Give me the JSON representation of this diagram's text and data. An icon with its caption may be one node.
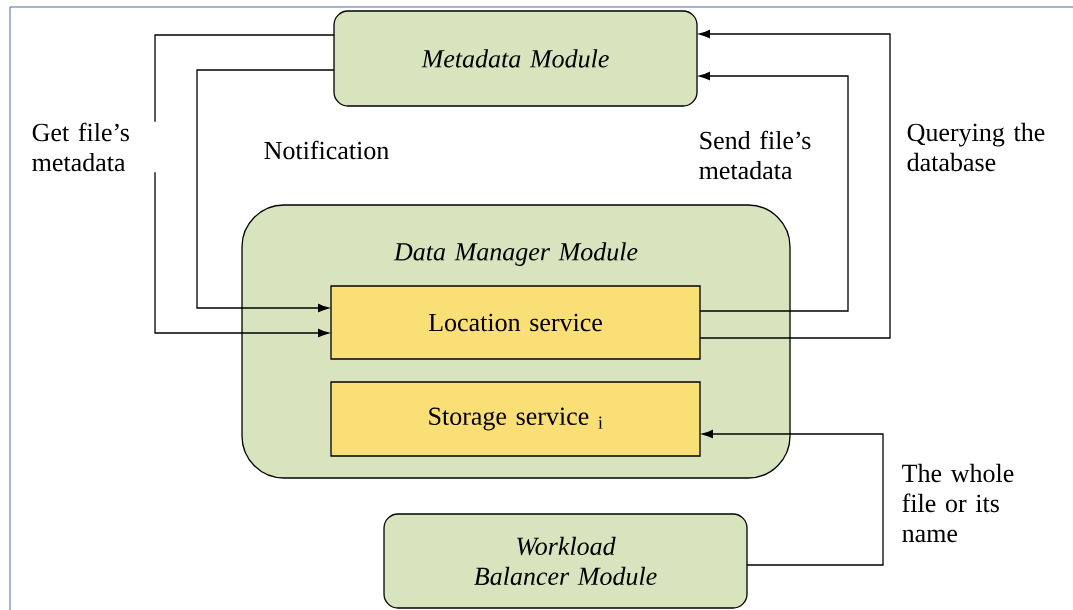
{
  "diagram": {
    "nodes": [
      {
        "text": [
          "Metadata Module"
        ]
      },
      {
        "text": [
          "Data Manager Module"
        ]
      },
      {
        "text": [
          "Location service"
        ],
        "in": 1
      },
      {
        "text": [
          "Storage service $_{i}$"
        ],
        "in": 1
      },
      {
        "text": [
          "Workload Balancer Module"
        ]
      }
    ],
    "edges": [
      {
        "from": 0,
        "to": 2,
        "arrow": "to",
        "label": "Get file’s metadata"
      },
      {
        "from": 0,
        "to": 2,
        "arrow": "to",
        "label": "Notification"
      },
      {
        "from": 2,
        "to": 0,
        "arrow": "to",
        "label": "Send file’s metadata"
      },
      {
        "from": 2,
        "to": 0,
        "arrow": "to",
        "label": "Querying the database"
      },
      {
        "from": 4,
        "to": 3,
        "arrow": "to",
        "label": "The whole file or its name"
      }
    ]
  }
}
